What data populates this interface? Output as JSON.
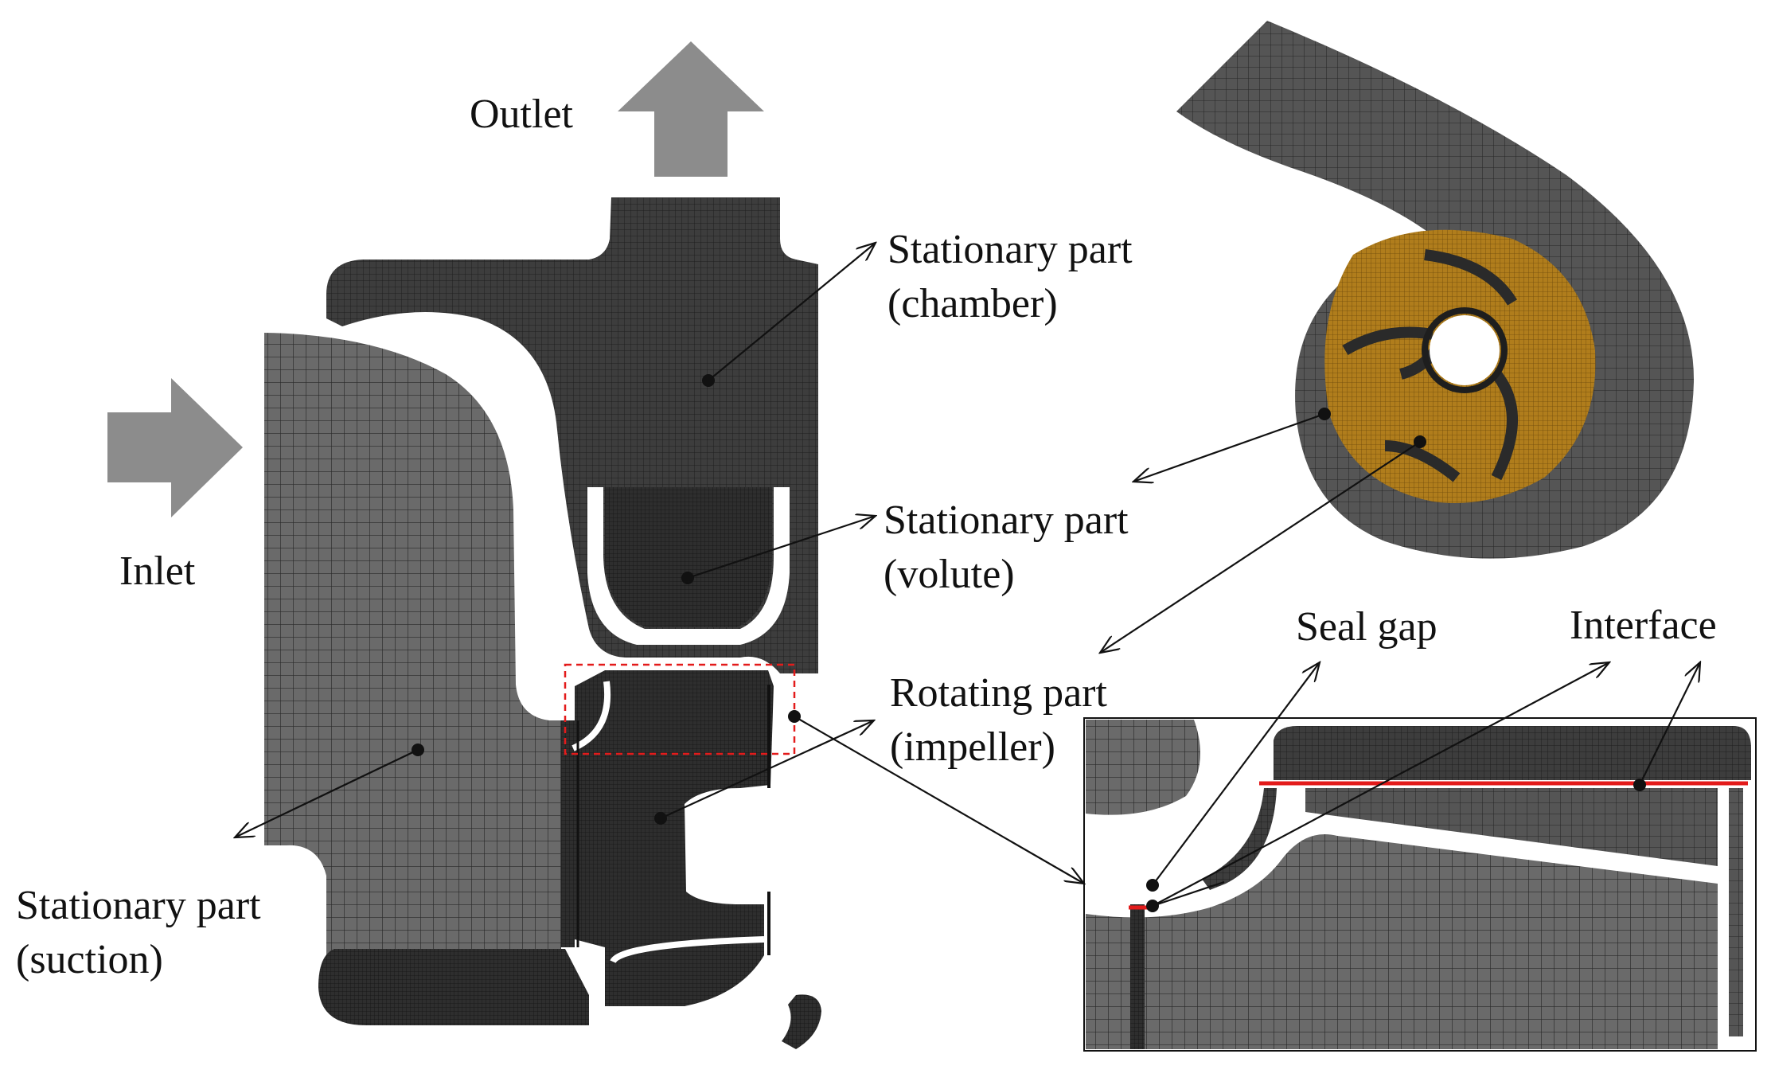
{
  "labels": {
    "outlet": "Outlet",
    "inlet": "Inlet",
    "chamber": {
      "line1": "Stationary part",
      "line2": "(chamber)"
    },
    "volute": {
      "line1": "Stationary part",
      "line2": "(volute)"
    },
    "impeller": {
      "line1": "Rotating part",
      "line2": "(impeller)"
    },
    "suction": {
      "line1": "Stationary part",
      "line2": "(suction)"
    },
    "seal_gap": "Seal gap",
    "interface": "Interface"
  },
  "colors": {
    "mesh_dark": "#3f3f3f",
    "mesh_medium": "#5a5a5a",
    "arrow_gray": "#8c8c8c",
    "impeller_gold": "#a8781a",
    "interface_red": "#e31b1b",
    "detail_box_dash": "#e31b1b"
  }
}
